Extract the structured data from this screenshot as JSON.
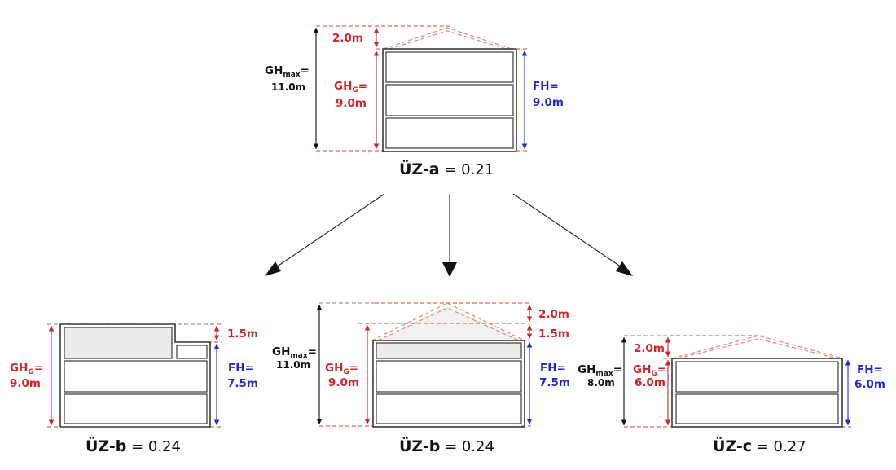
{
  "top": {
    "label_roof": "2.0m",
    "label_ghmax_main": "GH",
    "label_ghmax_sub": "max",
    "label_ghmax_eq": "=",
    "label_ghmax_val": "11.0m",
    "label_ghg_main": "GH",
    "label_ghg_sub": "G",
    "label_ghg_eq": "=",
    "label_ghg_val": "9.0m",
    "label_fh": "FH=",
    "label_fh_val": "9.0m",
    "caption_name": "ÜZ-a",
    "caption_eq": " = 0.21"
  },
  "left": {
    "label_step": "1.5m",
    "label_ghg_main": "GH",
    "label_ghg_sub": "G",
    "label_ghg_eq": "=",
    "label_ghg_val": "9.0m",
    "label_fh": "FH=",
    "label_fh_val": "7.5m",
    "caption_name": "ÜZ-b",
    "caption_eq": " = 0.24"
  },
  "middle": {
    "label_roof": "2.0m",
    "label_step": "1.5m",
    "label_ghmax_main": "GH",
    "label_ghmax_sub": "max",
    "label_ghmax_eq": "=",
    "label_ghmax_val": "11.0m",
    "label_ghg_main": "GH",
    "label_ghg_sub": "G",
    "label_ghg_eq": "=",
    "label_ghg_val": "9.0m",
    "label_fh": "FH=",
    "label_fh_val": "7.5m",
    "caption_name": "ÜZ-b",
    "caption_eq": " = 0.24"
  },
  "right": {
    "label_roof": "2.0m",
    "label_ghmax_main": "GH",
    "label_ghmax_sub": "max",
    "label_ghmax_eq": "=",
    "label_ghmax_val": "8.0m",
    "label_ghg_main": "GH",
    "label_ghg_sub": "G",
    "label_ghg_eq": "=",
    "label_ghg_val": "6.0m",
    "label_fh": "FH=",
    "label_fh_val": "6.0m",
    "caption_name": "ÜZ-c",
    "caption_eq": " = 0.27"
  },
  "colors": {
    "red": "#d0252a",
    "blue": "#1f2bd0",
    "black": "#111111"
  }
}
